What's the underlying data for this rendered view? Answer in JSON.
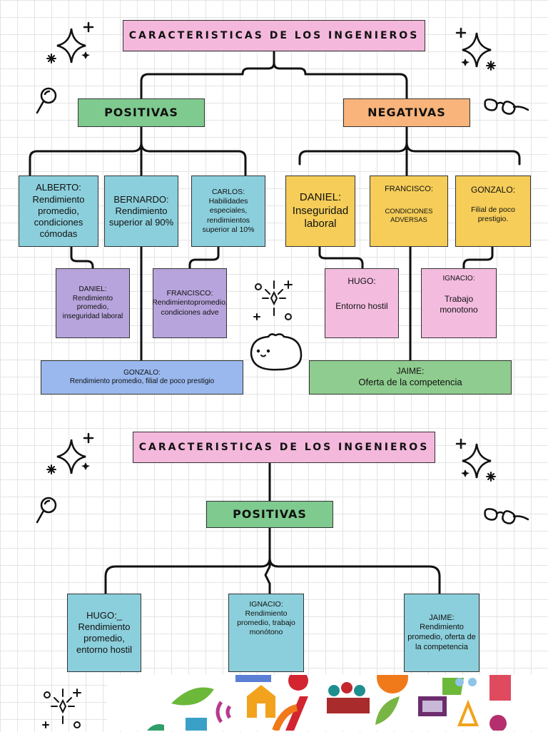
{
  "diagram1": {
    "title": "CARACTERISTICAS DE LOS INGENIEROS",
    "positive": "POSITIVAS",
    "negative": "NEGATIVAS",
    "alberto": "ALBERTO: Rendimiento promedio, condiciones cómodas",
    "bernardo": "BERNARDO: Rendimiento superior al 90%",
    "carlos": "CARLOS: Habilidades especiales, rendimientos superior al 10%",
    "daniel_neg": "DANIEL: Inseguridad laboral",
    "francisco_neg_name": "FRANCISCO:",
    "francisco_neg_text": "CONDICIONES ADVERSAS",
    "gonzalo_neg_name": "GONZALO:",
    "gonzalo_neg_text": "Filial de poco prestigio.",
    "daniel_pos": "DANIEL: Rendimiento promedio, inseguridad laboral",
    "francisco_pos": "FRANCISCO: Rendimientopromedio, condiciones adve",
    "hugo_name": "HUGO:",
    "hugo_text": "Entorno hostil",
    "ignacio_name": "IGNACIO:",
    "ignacio_text": "Trabajo monotono",
    "gonzalo_pos_name": "GONZALO:",
    "gonzalo_pos_text": "Rendimiento promedio, filial de poco prestigio",
    "jaime_name": "JAIME:",
    "jaime_text": "Oferta de la competencia"
  },
  "diagram2": {
    "title": "CARACTERISTICAS DE LOS INGENIEROS",
    "positive": "POSITIVAS",
    "hugo": "HUGO:_ Rendimiento promedio, entorno hostil",
    "ignacio": "IGNACIO: Rendimiento promedio, trabajo monótono",
    "jaime": "JAIME: Rendimiento promedio, oferta de la competencia"
  },
  "colors": {
    "title": "#f4b8dc",
    "positive": "#7fca8f",
    "negative": "#f8b47a",
    "blue": "#8ccfdc",
    "yellow": "#f5cd58",
    "purple": "#b7a4dc",
    "pink": "#f3bcdf",
    "green": "#8fcc8f",
    "sky": "#9ab8ee"
  },
  "icons": [
    "sparkle-icon",
    "magnifier-icon",
    "glasses-icon",
    "cat-doodle-icon",
    "sparkle-burst-icon",
    "communication-collage-icon"
  ]
}
